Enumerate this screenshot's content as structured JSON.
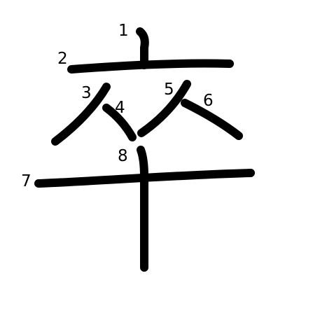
{
  "character": "卒",
  "stroke_numbers": [
    "1",
    "2",
    "3",
    "4",
    "5",
    "6",
    "7",
    "8"
  ]
}
